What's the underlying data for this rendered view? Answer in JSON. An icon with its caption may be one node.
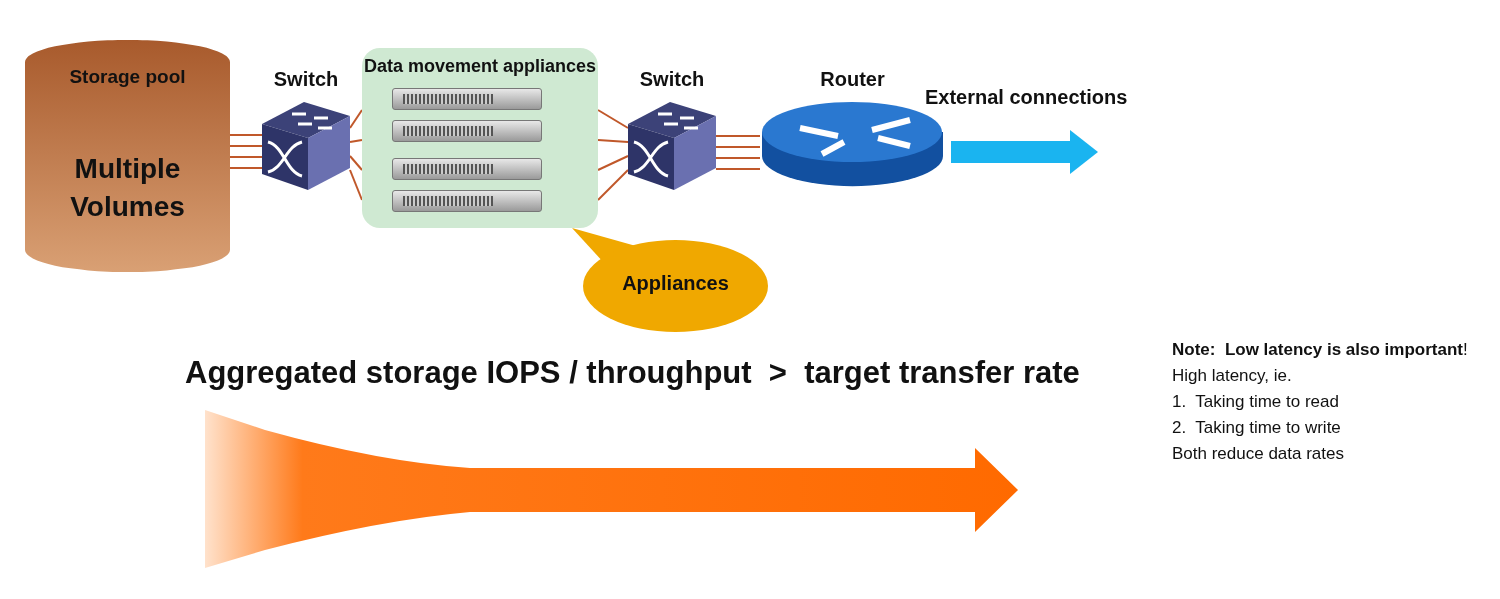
{
  "diagram": {
    "nodes": [
      {
        "text": [
          "Storage pool",
          "Multiple Volumes"
        ]
      },
      {
        "text": [
          "Switch"
        ]
      },
      {
        "text": [
          "Data movement appliances"
        ]
      },
      {
        "text": [],
        "shape": "box",
        "in": 2
      },
      {
        "text": [],
        "shape": "box",
        "in": 2
      },
      {
        "text": [],
        "shape": "box",
        "in": 2
      },
      {
        "text": [],
        "shape": "box",
        "in": 2
      },
      {
        "text": [
          "Switch"
        ]
      },
      {
        "text": [
          "Router"
        ]
      },
      {
        "text": [
          "Appliances"
        ]
      }
    ],
    "edges": [
      {
        "from": 0,
        "to": 1,
        "arrow": "none"
      },
      {
        "from": 0,
        "to": 1,
        "arrow": "none"
      },
      {
        "from": 0,
        "to": 1,
        "arrow": "none"
      },
      {
        "from": 0,
        "to": 1,
        "arrow": "none"
      },
      {
        "from": 1,
        "to": 2,
        "arrow": "none"
      },
      {
        "from": 1,
        "to": 2,
        "arrow": "none"
      },
      {
        "from": 1,
        "to": 2,
        "arrow": "none"
      },
      {
        "from": 1,
        "to": 2,
        "arrow": "none"
      },
      {
        "from": 2,
        "to": 7,
        "arrow": "none"
      },
      {
        "from": 2,
        "to": 7,
        "arrow": "none"
      },
      {
        "from": 2,
        "to": 7,
        "arrow": "none"
      },
      {
        "from": 2,
        "to": 7,
        "arrow": "none"
      },
      {
        "from": 7,
        "to": 8,
        "arrow": "none"
      },
      {
        "from": 7,
        "to": 8,
        "arrow": "none"
      },
      {
        "from": 7,
        "to": 8,
        "arrow": "none"
      },
      {
        "from": 7,
        "to": 8,
        "arrow": "none"
      },
      {
        "from": 8,
        "to": null,
        "arrow": "to",
        "label": "External connections",
        "style": "thick",
        "color": "#1ab4f0"
      },
      {
        "from": 9,
        "to": 2,
        "arrow": "none",
        "style": "thick",
        "color": "#f0a800"
      }
    ],
    "labels": [
      "Aggregated storage IOPS / throughput  >  target transfer rate",
      "**Note:  Low latency is also important**!",
      "High latency, ie.",
      "1.  Taking time to read",
      "2.  Taking time to write",
      "Both reduce data rates"
    ]
  }
}
